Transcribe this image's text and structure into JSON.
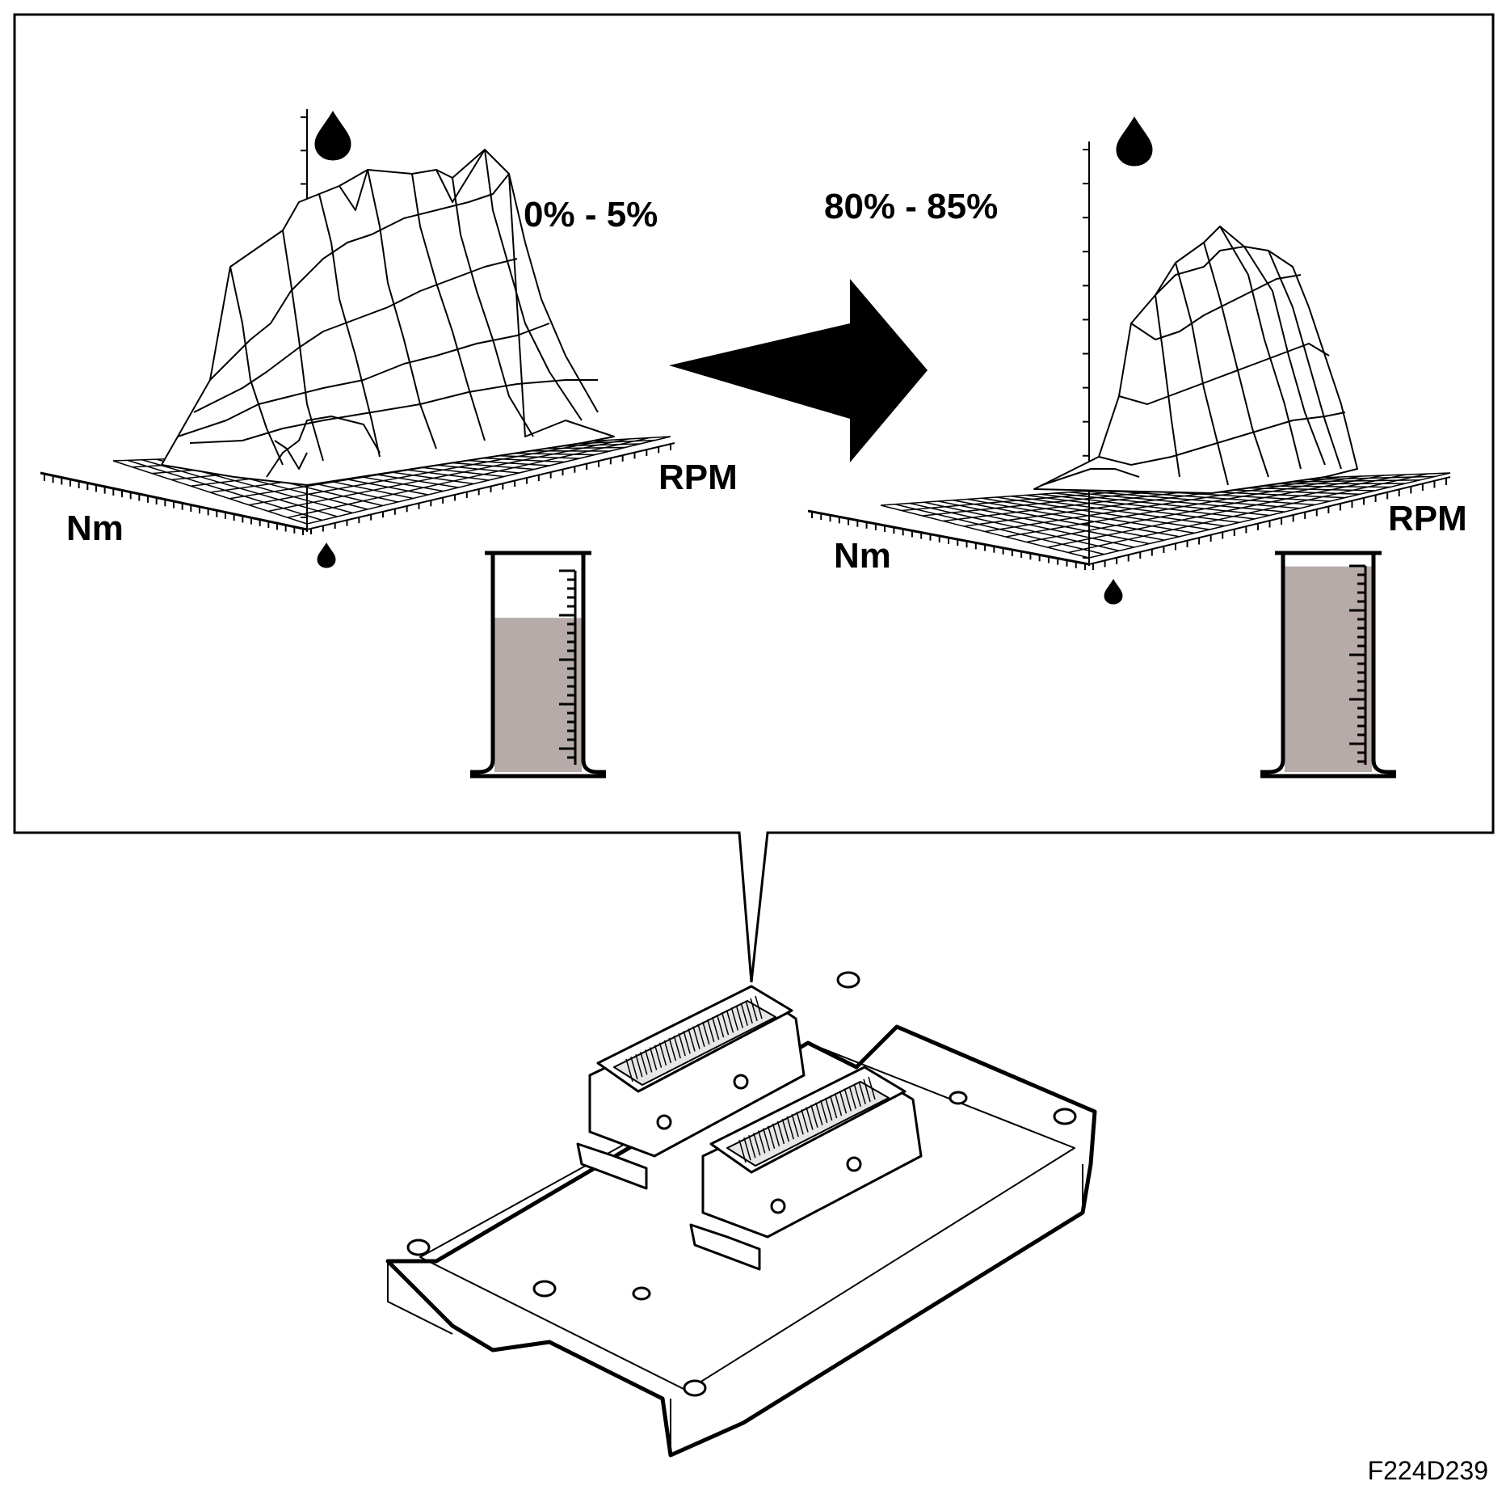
{
  "left_map": {
    "percent_label": "0% - 5%",
    "x_axis_label": "Nm",
    "y_axis_label": "RPM",
    "fill_level": 0.72
  },
  "right_map": {
    "percent_label": "80% - 85%",
    "x_axis_label": "Nm",
    "y_axis_label": "RPM",
    "fill_level": 0.96
  },
  "figure_code": "F224D239",
  "colors": {
    "liquid": "#b6aba8",
    "line": "#000000",
    "background": "#ffffff"
  },
  "icons": [
    "oil-drop-icon",
    "arrow-right-icon",
    "measuring-cylinder-icon",
    "ecu-unit-icon"
  ]
}
